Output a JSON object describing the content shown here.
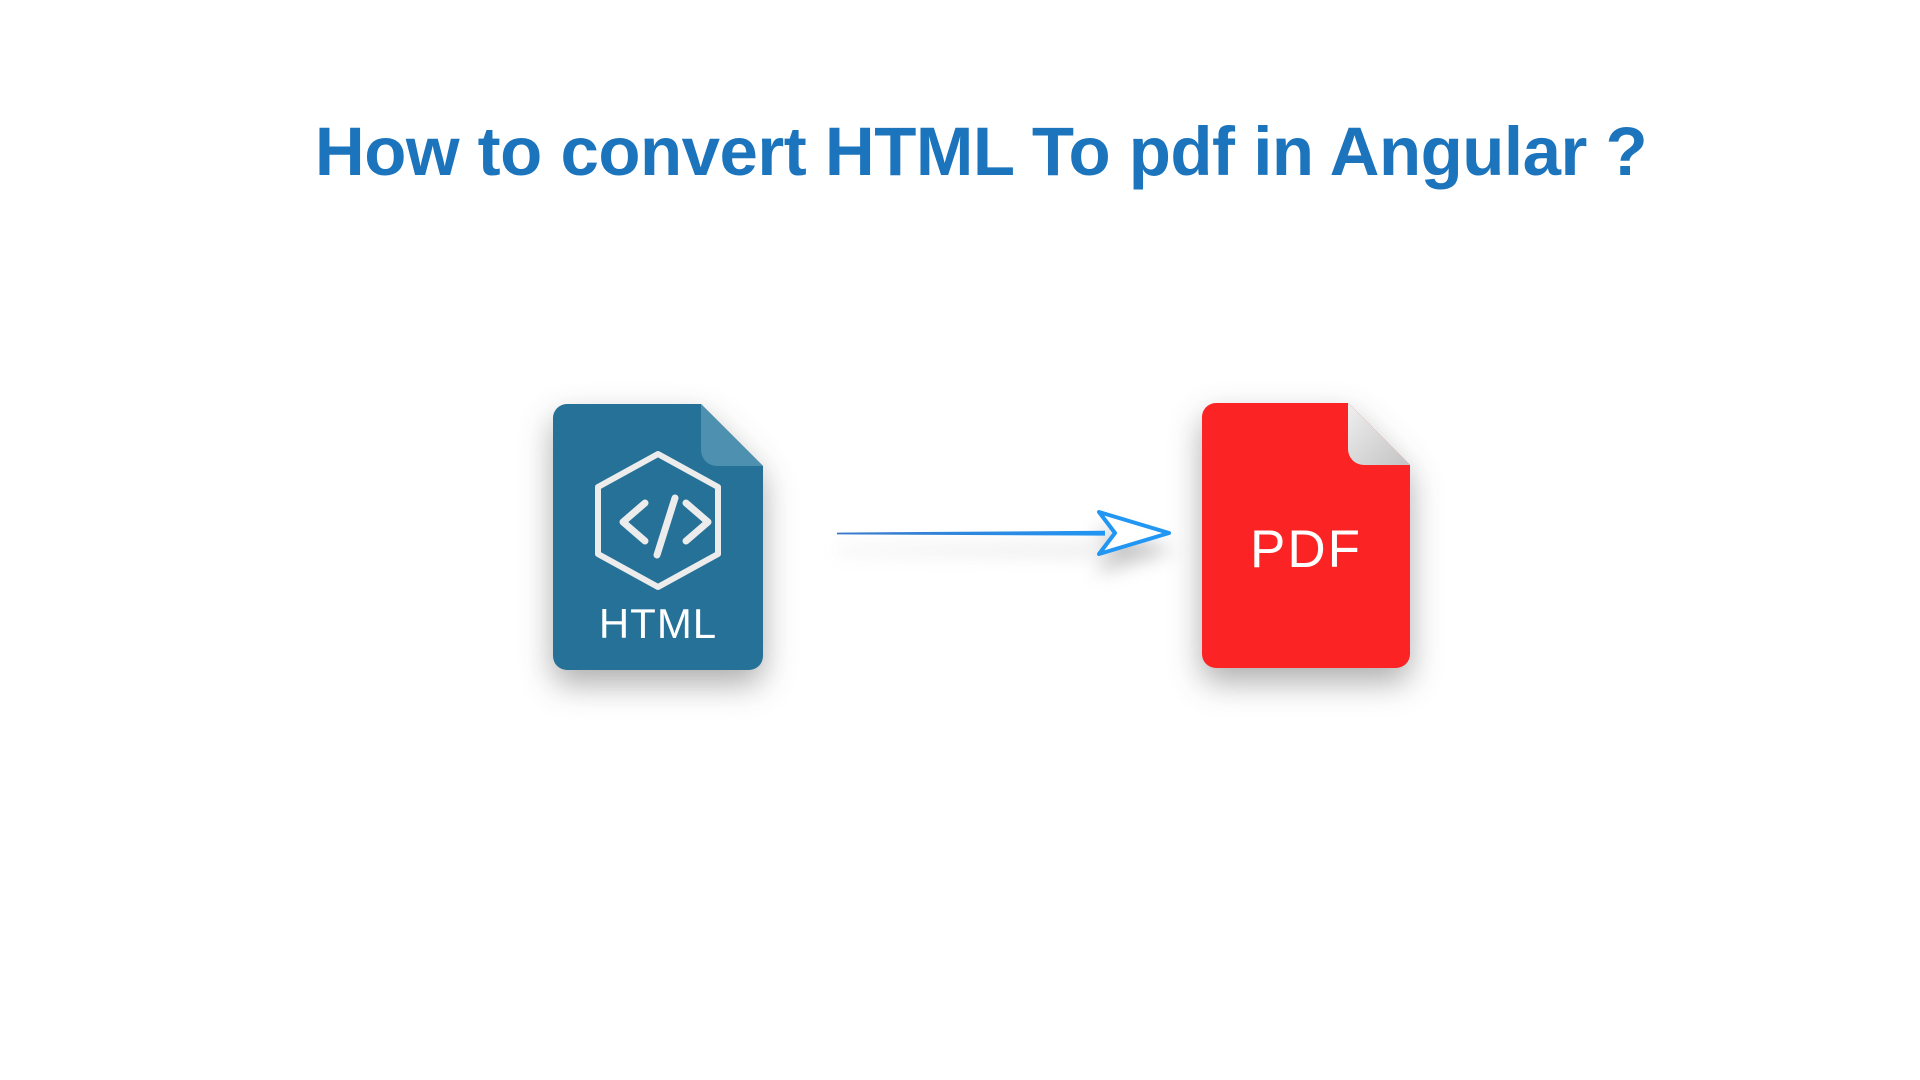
{
  "title": {
    "text": "How to convert HTML To pdf in Angular ?",
    "color": "#1B74BC"
  },
  "diagram": {
    "source": {
      "label": "HTML",
      "file_color": "#267197",
      "fold_color": "#4E90AF",
      "glyph": "code-hexagon-icon",
      "glyph_color": "#ECECEC"
    },
    "arrow": {
      "direction": "right",
      "color": "#2196F3",
      "line_start_color": "#3B78C9"
    },
    "target": {
      "label": "PDF",
      "file_color": "#FB2323",
      "fold_color": "#D6D6D6"
    }
  },
  "colors": {
    "background": "#FFFFFF",
    "label_text": "#FFFFFF"
  },
  "icons": [
    "html-file-icon",
    "code-hexagon-icon",
    "arrow-right-icon",
    "pdf-file-icon"
  ]
}
